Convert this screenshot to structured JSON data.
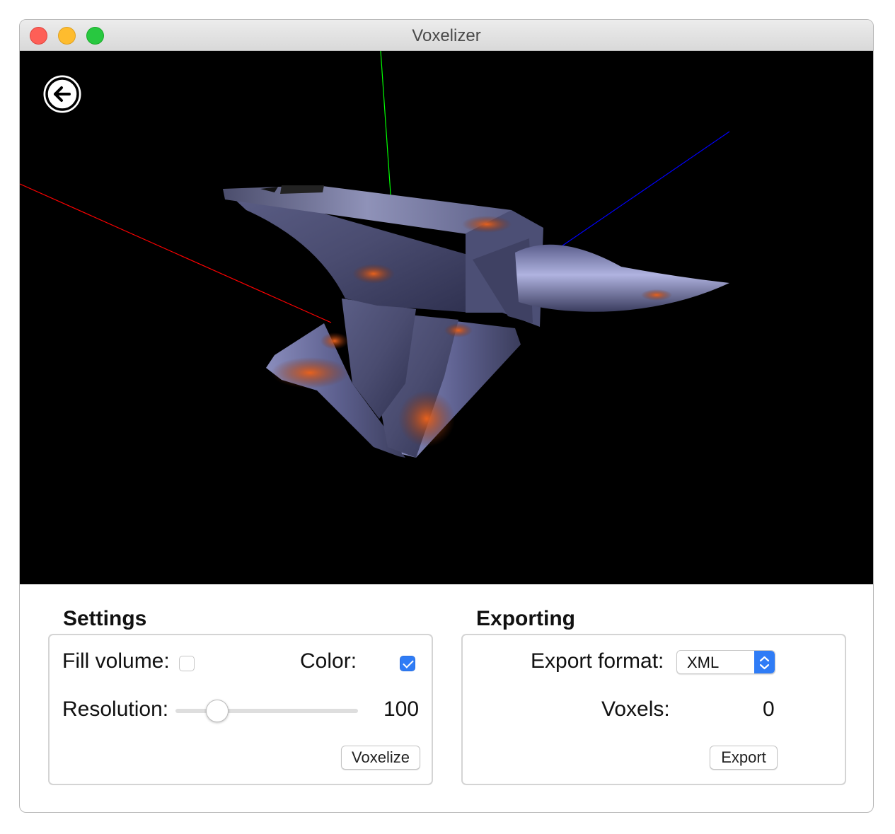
{
  "window": {
    "title": "Voxelizer"
  },
  "viewport": {
    "back_icon": "arrow-left-circle-icon",
    "axis_colors": {
      "x": "#ff0000",
      "y": "#00ff00",
      "z": "#0000ff"
    },
    "model": "anvil"
  },
  "settings": {
    "title": "Settings",
    "fill_volume_label": "Fill volume:",
    "fill_volume_checked": false,
    "color_label": "Color:",
    "color_checked": true,
    "resolution_label": "Resolution:",
    "resolution_value": "100",
    "voxelize_label": "Voxelize"
  },
  "exporting": {
    "title": "Exporting",
    "export_format_label": "Export format:",
    "export_format_value": "XML",
    "voxels_label": "Voxels:",
    "voxels_value": "0",
    "export_label": "Export"
  },
  "colors": {
    "accent": "#2f7cf6",
    "rust": "#c8501a",
    "steel": "#6a6d9c"
  }
}
